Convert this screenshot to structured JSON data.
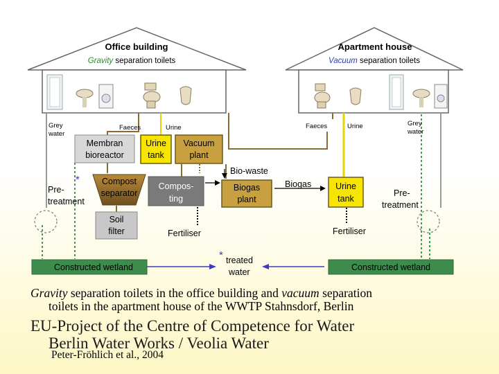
{
  "office": {
    "title": "Office building",
    "toilet_type_italic": "Gravity",
    "toilet_type_rest": " separation toilets"
  },
  "apartment": {
    "title": "Apartment house",
    "toilet_type_italic": "Vacuum",
    "toilet_type_rest": " separation toilets"
  },
  "labels": {
    "grey_water_left": [
      "Grey",
      "water"
    ],
    "grey_water_right": [
      "Grey",
      "water"
    ],
    "faeces_left": "Faeces",
    "urine_left": "Urine",
    "faeces_right": "Faeces",
    "urine_right": "Urine",
    "membran": [
      "Membran",
      "bioreactor"
    ],
    "urine_tank_left": [
      "Urine",
      "tank"
    ],
    "vacuum_plant": [
      "Vacuum",
      "plant"
    ],
    "biowaste": "Bio-waste",
    "compost_separator": [
      "Compost",
      "separator"
    ],
    "composting": [
      "Compos-",
      "ting"
    ],
    "biogas_plant": [
      "Biogas",
      "plant"
    ],
    "biogas": "Biogas",
    "urine_tank_right": [
      "Urine",
      "tank"
    ],
    "pretreatment_left": [
      "Pre-",
      "treatment"
    ],
    "pretreatment_right": [
      "Pre-",
      "treatment"
    ],
    "soil_filter": [
      "Soil",
      "filter"
    ],
    "fertiliser_left": "Fertiliser",
    "fertiliser_right": "Fertiliser",
    "treated_water": [
      "treated",
      "water"
    ],
    "constructed_wetland_left": "Constructed wetland",
    "constructed_wetland_right": "Constructed wetland",
    "asterisk": "*"
  },
  "caption": {
    "line1_italic_a": "Gravity",
    "line1_mid": " separation toilets in the office building and ",
    "line1_italic_b": "vacuum",
    "line1_end": " separation",
    "line2": "toilets in the apartment house of the WWTP Stahnsdorf, Berlin"
  },
  "heading": {
    "line1": "EU-Project of the Centre of Competence for Water",
    "line2": "Berlin Water Works / Veolia Water"
  },
  "credit": "Peter-Fröhlich et al., 2004",
  "colors": {
    "wetland_green": "#3e8b4e",
    "tank_yellow": "#f5e500",
    "gold_box": "#c8a040",
    "flow_green": "#37a24d",
    "flow_yellow": "#e8d200",
    "flow_brown": "#8b6a2f",
    "flow_blue": "#3c3cbd",
    "flow_grey": "#999999"
  }
}
